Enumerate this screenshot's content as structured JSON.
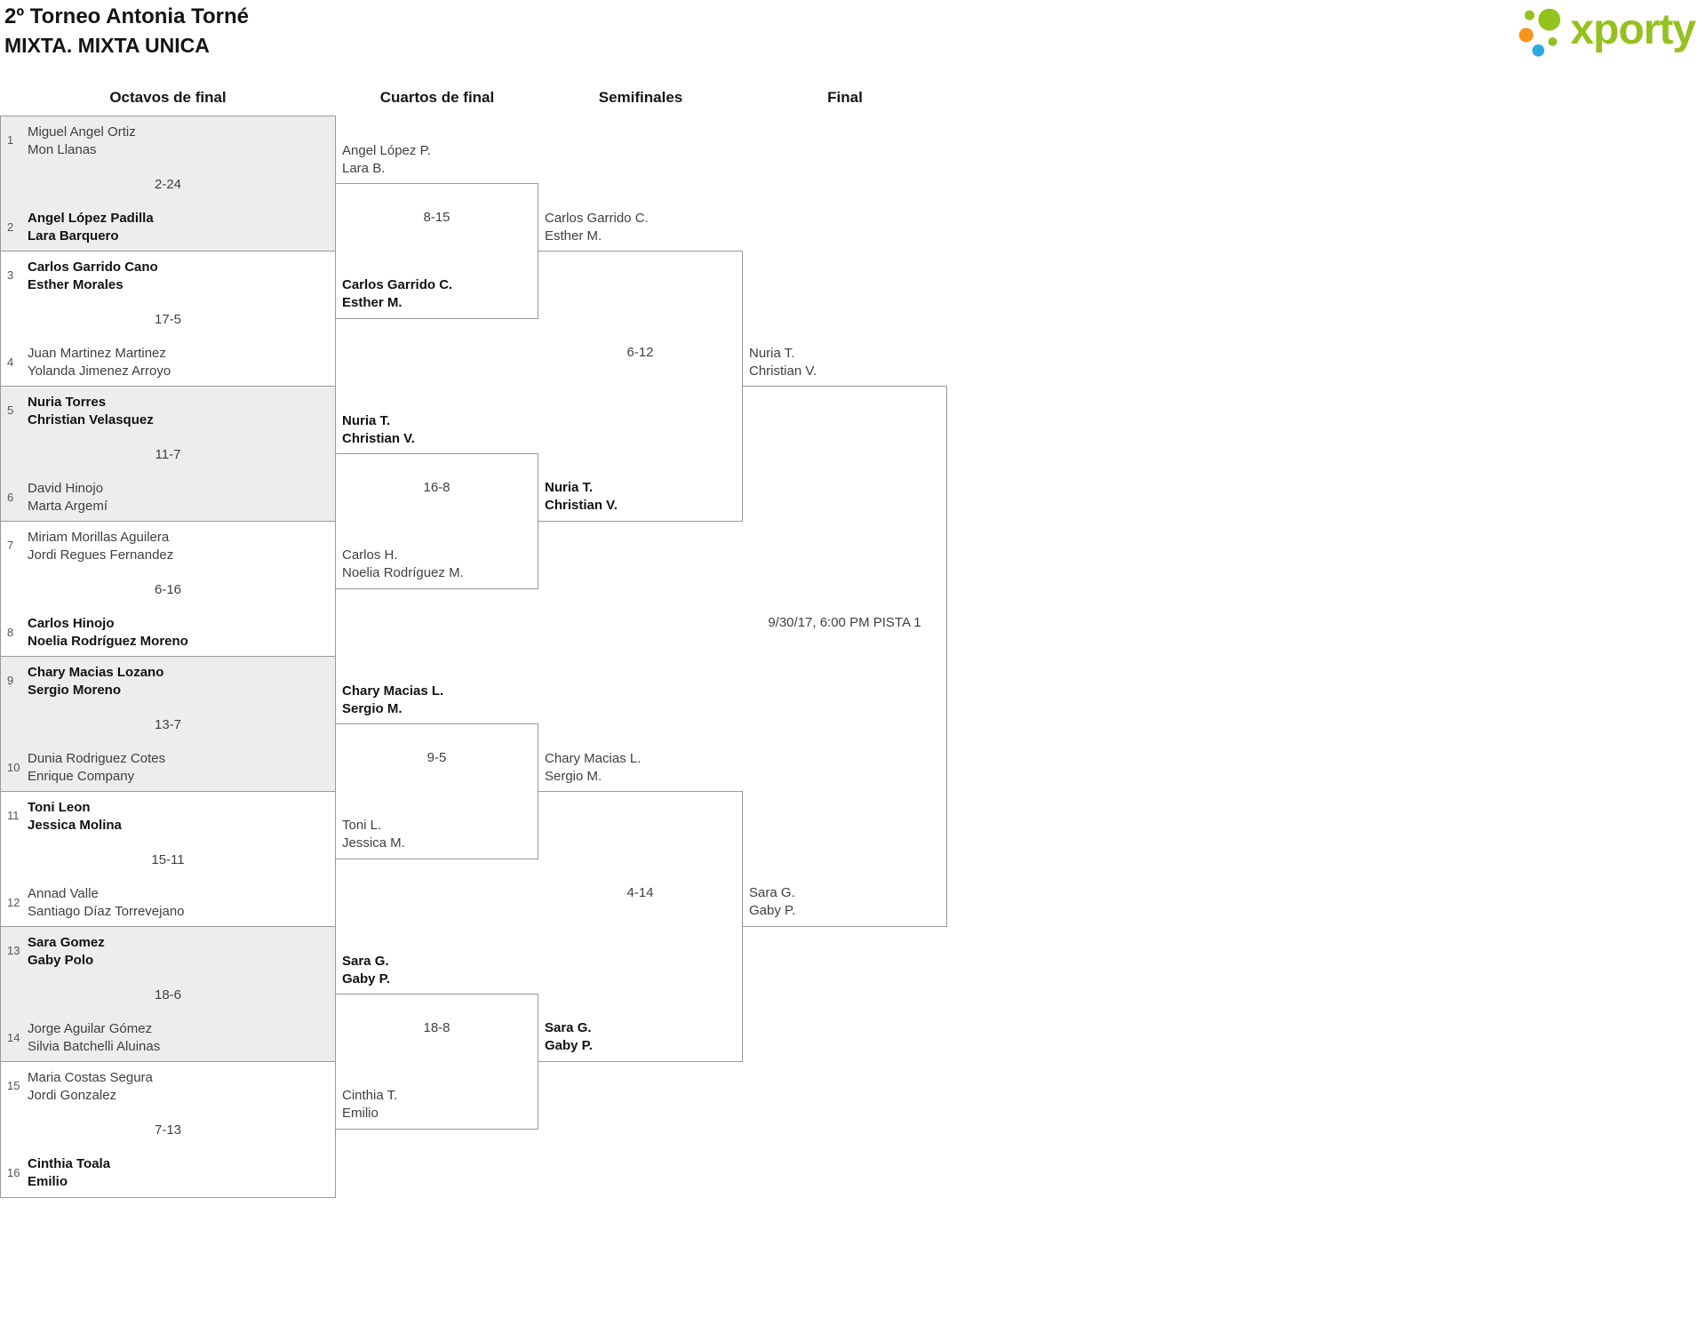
{
  "header": {
    "title": "2º Torneo Antonia Torné",
    "subtitle": "MIXTA. MIXTA UNICA",
    "logo_text": "xporty"
  },
  "brand": {
    "green": "#95c11f",
    "orange": "#f7941e",
    "blue": "#29abe2"
  },
  "round_labels": {
    "octavos": "Octavos de final",
    "cuartos": "Cuartos de final",
    "semifinales": "Semifinales",
    "final": "Final"
  },
  "octavos": [
    {
      "seed1": "1",
      "team1": [
        "Miguel Angel Ortiz",
        "Mon Llanas"
      ],
      "team1_winner": false,
      "score": "2-24",
      "seed2": "2",
      "team2": [
        "Angel López Padilla",
        "Lara Barquero"
      ],
      "team2_winner": true
    },
    {
      "seed1": "3",
      "team1": [
        "Carlos Garrido Cano",
        "Esther Morales"
      ],
      "team1_winner": true,
      "score": "17-5",
      "seed2": "4",
      "team2": [
        "Juan Martinez Martinez",
        "Yolanda Jimenez Arroyo"
      ],
      "team2_winner": false
    },
    {
      "seed1": "5",
      "team1": [
        "Nuria Torres",
        "Christian Velasquez"
      ],
      "team1_winner": true,
      "score": "11-7",
      "seed2": "6",
      "team2": [
        "David Hinojo",
        "Marta Argemí"
      ],
      "team2_winner": false
    },
    {
      "seed1": "7",
      "team1": [
        "Miriam Morillas Aguilera",
        "Jordi Regues Fernandez"
      ],
      "team1_winner": false,
      "score": "6-16",
      "seed2": "8",
      "team2": [
        "Carlos Hinojo",
        "Noelia Rodríguez Moreno"
      ],
      "team2_winner": true
    },
    {
      "seed1": "9",
      "team1": [
        "Chary Macias Lozano",
        "Sergio Moreno"
      ],
      "team1_winner": true,
      "score": "13-7",
      "seed2": "10",
      "team2": [
        "Dunia Rodriguez Cotes",
        "Enrique Company"
      ],
      "team2_winner": false
    },
    {
      "seed1": "11",
      "team1": [
        "Toni Leon",
        "Jessica Molina"
      ],
      "team1_winner": true,
      "score": "15-11",
      "seed2": "12",
      "team2": [
        "Annad Valle",
        "Santiago Díaz Torrevejano"
      ],
      "team2_winner": false
    },
    {
      "seed1": "13",
      "team1": [
        "Sara Gomez",
        "Gaby Polo"
      ],
      "team1_winner": true,
      "score": "18-6",
      "seed2": "14",
      "team2": [
        "Jorge Aguilar Gómez",
        "Silvia Batchelli Aluinas"
      ],
      "team2_winner": false
    },
    {
      "seed1": "15",
      "team1": [
        "Maria Costas Segura",
        "Jordi Gonzalez"
      ],
      "team1_winner": false,
      "score": "7-13",
      "seed2": "16",
      "team2": [
        "Cinthia Toala",
        "Emilio"
      ],
      "team2_winner": true
    }
  ],
  "cuartos": [
    {
      "team1": [
        "Angel López P.",
        "Lara B."
      ],
      "team1_winner": false,
      "score": "8-15",
      "team2": [
        "Carlos Garrido C.",
        "Esther M."
      ],
      "team2_winner": true
    },
    {
      "team1": [
        "Nuria T.",
        "Christian V."
      ],
      "team1_winner": true,
      "score": "16-8",
      "team2": [
        "Carlos H.",
        "Noelia Rodríguez M."
      ],
      "team2_winner": false
    },
    {
      "team1": [
        "Chary Macias L.",
        "Sergio M."
      ],
      "team1_winner": true,
      "score": "9-5",
      "team2": [
        "Toni L.",
        "Jessica M."
      ],
      "team2_winner": false
    },
    {
      "team1": [
        "Sara G.",
        "Gaby P."
      ],
      "team1_winner": true,
      "score": "18-8",
      "team2": [
        "Cinthia T.",
        "Emilio"
      ],
      "team2_winner": false
    }
  ],
  "semifinales": [
    {
      "team1": [
        "Carlos Garrido C.",
        "Esther M."
      ],
      "team1_winner": false,
      "score": "6-12",
      "team2": [
        "Nuria T.",
        "Christian V."
      ],
      "team2_winner": true
    },
    {
      "team1": [
        "Chary Macias L.",
        "Sergio M."
      ],
      "team1_winner": false,
      "score": "4-14",
      "team2": [
        "Sara G.",
        "Gaby P."
      ],
      "team2_winner": true
    }
  ],
  "final": {
    "team1": [
      "Nuria T.",
      "Christian V."
    ],
    "team1_winner": false,
    "schedule": "9/30/17, 6:00 PM PISTA 1",
    "team2": [
      "Sara G.",
      "Gaby P."
    ],
    "team2_winner": false
  }
}
